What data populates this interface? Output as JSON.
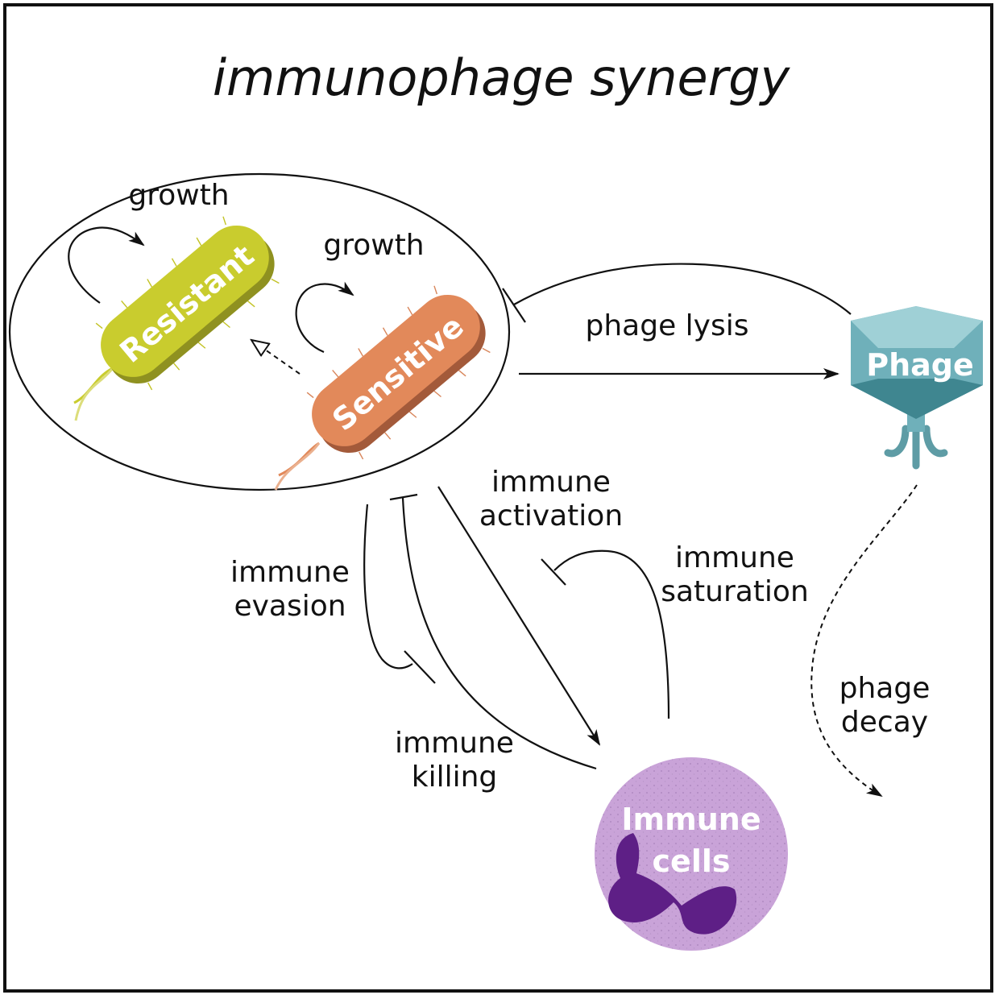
{
  "title": "immunophage synergy",
  "nodes": {
    "resistant": "Resistant",
    "sensitive": "Sensitive",
    "phage": "Phage",
    "immune_line1": "Immune",
    "immune_line2": "cells"
  },
  "edge_labels": {
    "resistant_growth": "growth",
    "sensitive_growth": "growth",
    "phage_lysis": "phage lysis",
    "immune_activation_1": "immune",
    "immune_activation_2": "activation",
    "immune_saturation_1": "immune",
    "immune_saturation_2": "saturation",
    "immune_evasion_1": "immune",
    "immune_evasion_2": "evasion",
    "immune_killing_1": "immune",
    "immune_killing_2": "killing",
    "phage_decay_1": "phage",
    "phage_decay_2": "decay"
  },
  "colors": {
    "resistant_top": "#c9cc2e",
    "resistant_side": "#8f9120",
    "sensitive_top": "#e2895a",
    "sensitive_side": "#a35a3a",
    "phage_light": "#9fd0d6",
    "phage_mid": "#6fb0ba",
    "phage_dark": "#3f8690",
    "immune_fill": "#c9a3d8",
    "immune_nucleus": "#5e1f86"
  }
}
